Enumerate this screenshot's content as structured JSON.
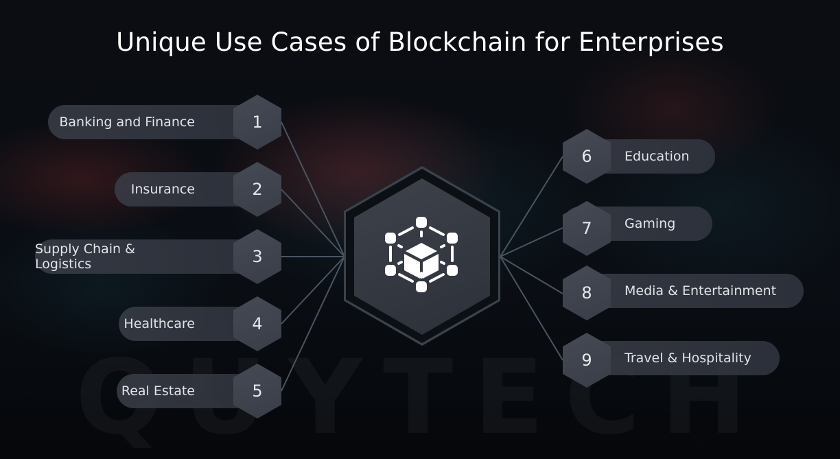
{
  "title": "Unique Use Cases of Blockchain for Enterprises",
  "watermark": "QUYTECH",
  "center": {
    "icon": "blockchain-network-cube-icon"
  },
  "colors": {
    "background": "#07090d",
    "pill": "#3a3e48",
    "hex": "#414651",
    "connector": "#4a5562",
    "text": "#e2e4e8"
  },
  "left_items": [
    {
      "number": "1",
      "label": "Banking and Finance"
    },
    {
      "number": "2",
      "label": "Insurance"
    },
    {
      "number": "3",
      "label": "Supply Chain & Logistics"
    },
    {
      "number": "4",
      "label": "Healthcare"
    },
    {
      "number": "5",
      "label": "Real Estate"
    }
  ],
  "right_items": [
    {
      "number": "6",
      "label": "Education"
    },
    {
      "number": "7",
      "label": "Gaming"
    },
    {
      "number": "8",
      "label": "Media & Entertainment"
    },
    {
      "number": "9",
      "label": "Travel & Hospitality"
    }
  ]
}
